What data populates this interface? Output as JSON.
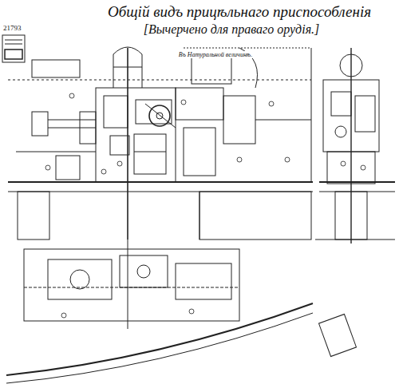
{
  "diagram": {
    "title": "Общій видъ прицѣльнаго приспособленія",
    "labels": [
      "[Вычерчено для праваго орудія.]",
      "Въ Натуральной величинѣ.",
      "21793"
    ]
  }
}
